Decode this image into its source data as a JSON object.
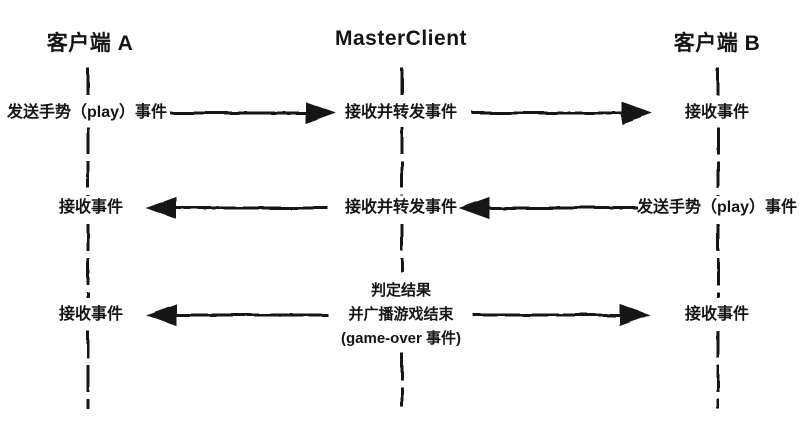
{
  "diagram": {
    "type": "sequence-diagram",
    "actors": [
      {
        "id": "client-a",
        "label": "客户端 A"
      },
      {
        "id": "master-client",
        "label": "MasterClient"
      },
      {
        "id": "client-b",
        "label": "客户端 B"
      }
    ],
    "messages": [
      {
        "row": 1,
        "left_label": "发送手势（play）事件",
        "center_label": "接收并转发事件",
        "right_label": "接收事件",
        "arrows": [
          {
            "from": "client-a",
            "to": "master-client",
            "direction": "right"
          },
          {
            "from": "master-client",
            "to": "client-b",
            "direction": "right"
          }
        ]
      },
      {
        "row": 2,
        "left_label": "接收事件",
        "center_label": "接收并转发事件",
        "right_label": "发送手势（play）事件",
        "arrows": [
          {
            "from": "master-client",
            "to": "client-a",
            "direction": "left"
          },
          {
            "from": "client-b",
            "to": "master-client",
            "direction": "left"
          }
        ]
      },
      {
        "row": 3,
        "left_label": "接收事件",
        "center_label_lines": [
          "判定结果",
          "并广播游戏结束",
          "(game-over 事件)"
        ],
        "right_label": "接收事件",
        "arrows": [
          {
            "from": "master-client",
            "to": "client-a",
            "direction": "left"
          },
          {
            "from": "master-client",
            "to": "client-b",
            "direction": "right"
          }
        ]
      }
    ],
    "style": {
      "stroke_style": "hand-drawn",
      "lifeline_style": "dashed",
      "colors": {
        "ink": "#151515",
        "background": "#ffffff"
      }
    }
  }
}
